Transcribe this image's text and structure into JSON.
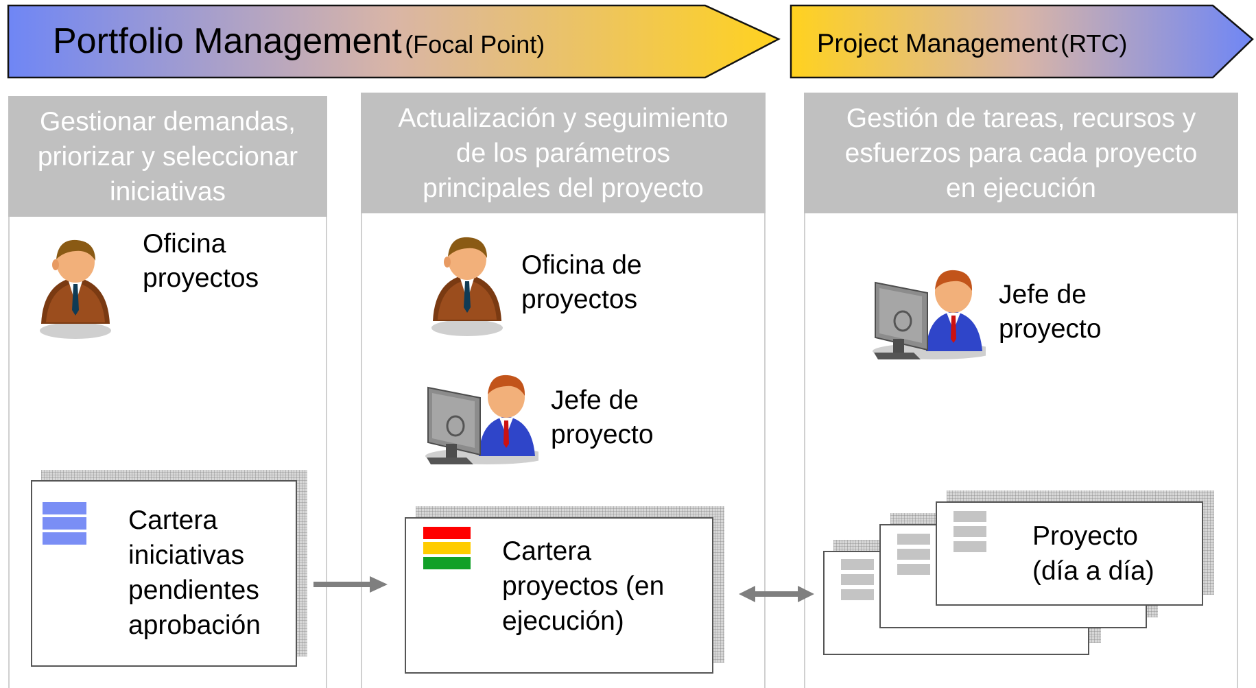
{
  "banners": {
    "portfolio": {
      "title": "Portfolio Management",
      "subtitle": "(Focal Point)"
    },
    "project": {
      "title": "Project Management",
      "subtitle": "(RTC)"
    }
  },
  "columns": [
    {
      "header_lines": [
        "Gestionar demandas,",
        "priorizar y seleccionar",
        "iniciativas"
      ],
      "roles": [
        {
          "lines": [
            "Oficina",
            "proyectos"
          ],
          "icon": "manager-person-icon"
        }
      ],
      "card": {
        "lines": [
          "Cartera",
          "iniciativas",
          "pendientes",
          "aprobación"
        ],
        "icon": "blue-list-icon"
      }
    },
    {
      "header_lines": [
        "Actualización y seguimiento",
        "de los parámetros",
        "principales del proyecto"
      ],
      "roles": [
        {
          "lines": [
            "Oficina de",
            "proyectos"
          ],
          "icon": "manager-person-icon"
        },
        {
          "lines": [
            "Jefe de",
            "proyecto"
          ],
          "icon": "person-at-computer-icon"
        }
      ],
      "card": {
        "lines": [
          "Cartera",
          "proyectos (en",
          "ejecución)"
        ],
        "icon": "traffic-light-status-icon"
      }
    },
    {
      "header_lines": [
        "Gestión de tareas, recursos y",
        "esfuerzos para cada proyecto",
        "en ejecución"
      ],
      "roles": [
        {
          "lines": [
            "Jefe de",
            "proyecto"
          ],
          "icon": "person-at-computer-icon"
        }
      ],
      "card": {
        "lines": [
          "Proyecto",
          "(día a día)"
        ],
        "icon": "gray-list-icon"
      }
    }
  ],
  "colors": {
    "header_bg": "#c0c0c0",
    "portfolio_gradient": [
      "#6f86f5",
      "#d9b5a6",
      "#ffd21f"
    ],
    "project_gradient": [
      "#ffd21f",
      "#d9b5a6",
      "#6f86f5"
    ],
    "status": [
      "#ff0000",
      "#ffcc00",
      "#11a028"
    ],
    "list_blue": "#7a8ef5",
    "list_gray": "#c4c4c4",
    "arrow": "#7f7f7f"
  }
}
